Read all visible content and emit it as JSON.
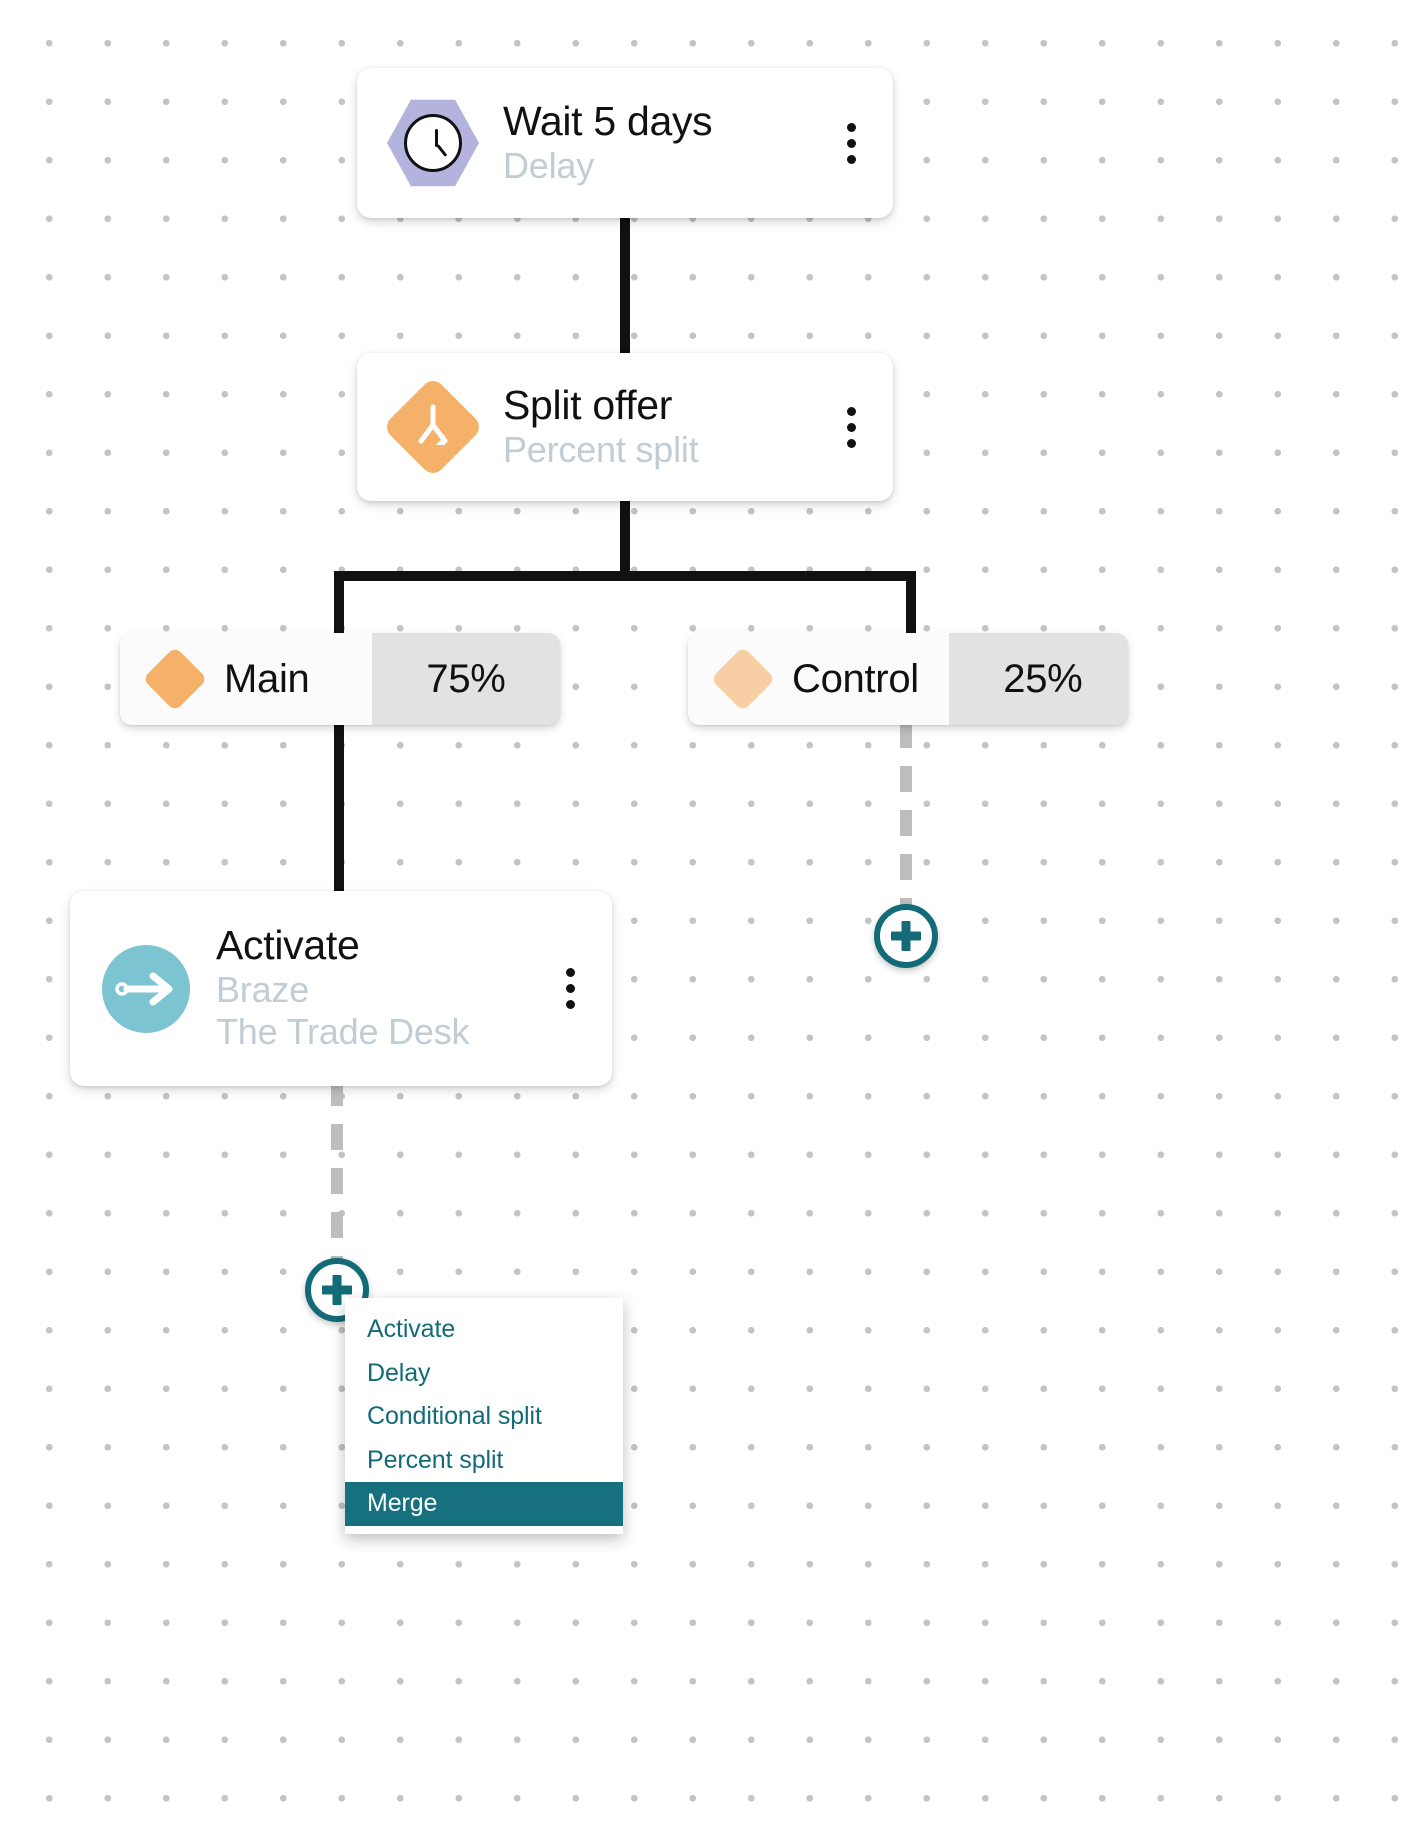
{
  "canvas": {
    "background_color": "#ffffff",
    "dot_color": "#c4c4c4"
  },
  "nodes": [
    {
      "id": "delay",
      "title": "Wait 5 days",
      "subtitle": "Delay",
      "icon": "clock-hexagon-icon",
      "icon_color": "#b3b3de",
      "menu_icon": "kebab-menu-icon"
    },
    {
      "id": "split",
      "title": "Split offer",
      "subtitle": "Percent split",
      "icon": "percent-split-diamond-icon",
      "icon_color": "#f5b169",
      "menu_icon": "kebab-menu-icon"
    },
    {
      "id": "activate",
      "title": "Activate",
      "subtitle_1": "Braze",
      "subtitle_2": "The Trade Desk",
      "icon": "activate-arrow-circle-icon",
      "icon_color": "#7cc4d1",
      "menu_icon": "kebab-menu-icon"
    }
  ],
  "branches": [
    {
      "id": "main",
      "label": "Main",
      "percent": "75%",
      "diamond_color": "#f5b169"
    },
    {
      "id": "control",
      "label": "Control",
      "percent": "25%",
      "diamond_color": "#f8cfa4"
    }
  ],
  "add_buttons": [
    {
      "id": "plus-right",
      "icon": "plus-icon",
      "color": "#136b78"
    },
    {
      "id": "plus-left",
      "icon": "plus-icon",
      "color": "#136b78"
    }
  ],
  "add_menu": {
    "accent_color": "#136b78",
    "selected_bg": "#16707e",
    "items": [
      {
        "label": "Activate",
        "selected": false
      },
      {
        "label": "Delay",
        "selected": false
      },
      {
        "label": "Conditional split",
        "selected": false
      },
      {
        "label": "Percent split",
        "selected": false
      },
      {
        "label": "Merge",
        "selected": true
      }
    ]
  }
}
